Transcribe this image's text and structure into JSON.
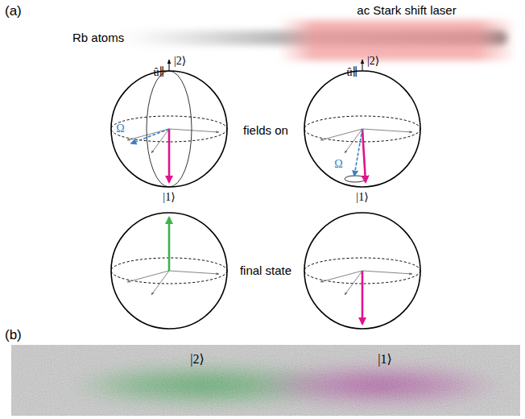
{
  "diagram": {
    "labels": [
      "(a)",
      "ac Stark shift laser",
      "Rb atoms",
      "û∥",
      "|2⟩",
      "û∥",
      "|2⟩",
      "Ω⃗",
      "Ω⃗",
      "fields on",
      "|1⟩",
      "|1⟩",
      "final state",
      "(b)",
      "|2⟩",
      "|1⟩"
    ]
  }
}
